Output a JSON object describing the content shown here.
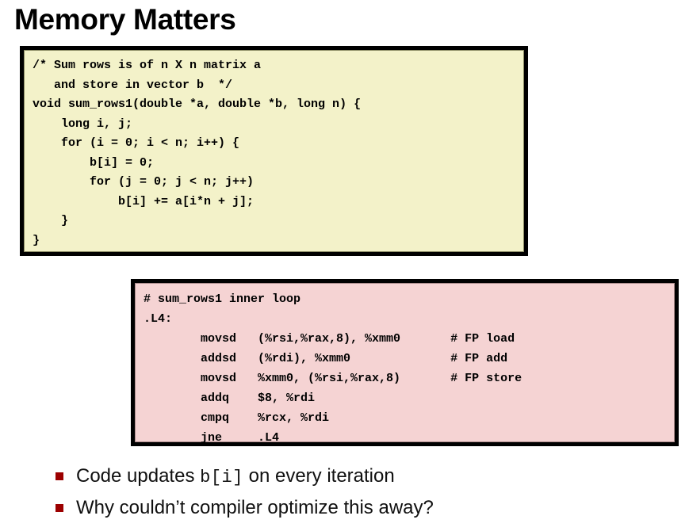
{
  "slide": {
    "title": "Memory Matters"
  },
  "c_code_block": {
    "name": "c-source-code",
    "background_color": "#f3f2c9",
    "border_color": "#000000",
    "lines": [
      "/* Sum rows is of n X n matrix a",
      "   and store in vector b  */",
      "void sum_rows1(double *a, double *b, long n) {",
      "    long i, j;",
      "    for (i = 0; i < n; i++) {",
      "        b[i] = 0;",
      "        for (j = 0; j < n; j++)",
      "            b[i] += a[i*n + j];",
      "    }",
      "}"
    ]
  },
  "asm_code_block": {
    "name": "assembly-code",
    "background_color": "#f5d3d3",
    "border_color": "#000000",
    "lines": [
      "# sum_rows1 inner loop",
      ".L4:",
      "        movsd   (%rsi,%rax,8), %xmm0       # FP load",
      "        addsd   (%rdi), %xmm0              # FP add",
      "        movsd   %xmm0, (%rsi,%rax,8)       # FP store",
      "        addq    $8, %rdi",
      "        cmpq    %rcx, %rdi",
      "        jne     .L4"
    ]
  },
  "bullets": {
    "marker_color": "#9c0000",
    "items": [
      {
        "pre": "Code updates ",
        "mono": "b[i]",
        "post": " on every iteration"
      },
      {
        "pre": "Why couldn’t compiler optimize this away?",
        "mono": "",
        "post": ""
      }
    ]
  }
}
